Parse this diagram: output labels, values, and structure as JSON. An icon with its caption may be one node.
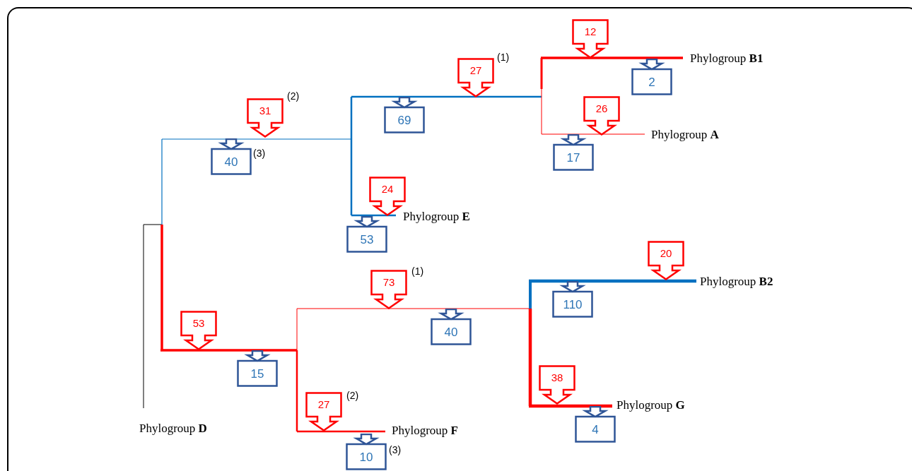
{
  "diagram": {
    "nodes": [
      {
        "text": [
          "12"
        ]
      },
      {
        "text": [
          "27"
        ]
      },
      {
        "text": [
          "2"
        ]
      },
      {
        "text": [
          "26"
        ]
      },
      {
        "text": [
          "31"
        ]
      },
      {
        "text": [
          "69"
        ]
      },
      {
        "text": [
          "17"
        ]
      },
      {
        "text": [
          "40"
        ]
      },
      {
        "text": [
          "24"
        ]
      },
      {
        "text": [
          "53"
        ]
      },
      {
        "text": [
          "20"
        ]
      },
      {
        "text": [
          "73"
        ]
      },
      {
        "text": [
          "110"
        ]
      },
      {
        "text": [
          "53"
        ]
      },
      {
        "text": [
          "40"
        ]
      },
      {
        "text": [
          "15"
        ]
      },
      {
        "text": [
          "38"
        ]
      },
      {
        "text": [
          "27"
        ]
      },
      {
        "text": [
          "4"
        ]
      },
      {
        "text": [
          "10"
        ]
      }
    ],
    "labels": [
      "(1)",
      "Phylogroup **B1**",
      "(2)",
      "Phylogroup **A**",
      "(3)",
      "Phylogroup **E**",
      "(1)",
      "Phylogroup **B2**",
      "(2)",
      "Phylogroup **G**",
      "Phylogroup **D**",
      "Phylogroup **F**",
      "(3)"
    ]
  }
}
